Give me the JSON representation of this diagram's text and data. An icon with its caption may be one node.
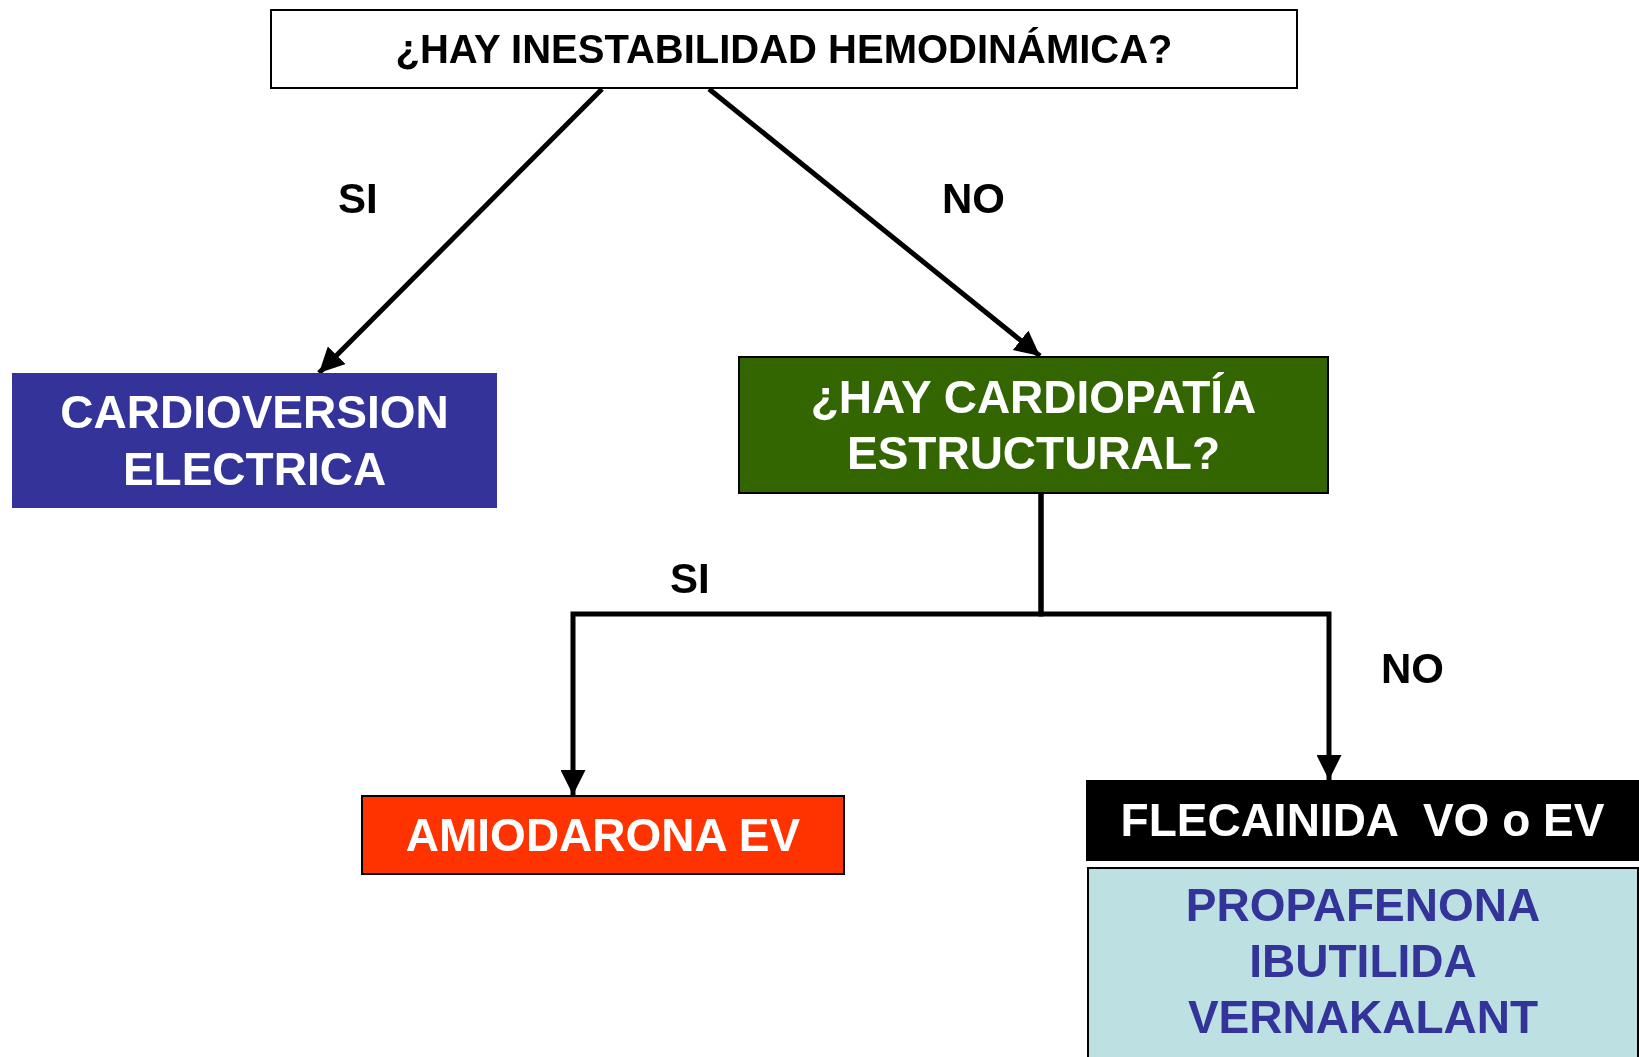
{
  "diagram": {
    "nodes": [
      {
        "text": [
          "¿HAY INESTABILIDAD HEMODINÁMICA?"
        ]
      },
      {
        "text": [
          "CARDIOVERSION ELECTRICA"
        ]
      },
      {
        "text": [
          "¿HAY CARDIOPATÍA ESTRUCTURAL?"
        ]
      },
      {
        "text": [
          "AMIODARONA EV"
        ]
      },
      {
        "text": [
          "FLECAINIDA  VO o EV"
        ]
      },
      {
        "text": [
          "PROPAFENONA",
          "IBUTILIDA",
          "VERNAKALANT"
        ]
      }
    ],
    "edges": [
      {
        "from": 0,
        "to": 1,
        "arrow": "to",
        "label": "SI"
      },
      {
        "from": 0,
        "to": 2,
        "arrow": "to",
        "label": "NO"
      },
      {
        "from": 2,
        "to": 3,
        "arrow": "to",
        "label": "SI"
      },
      {
        "from": 2,
        "to": 4,
        "arrow": "to",
        "label": "NO"
      }
    ]
  }
}
